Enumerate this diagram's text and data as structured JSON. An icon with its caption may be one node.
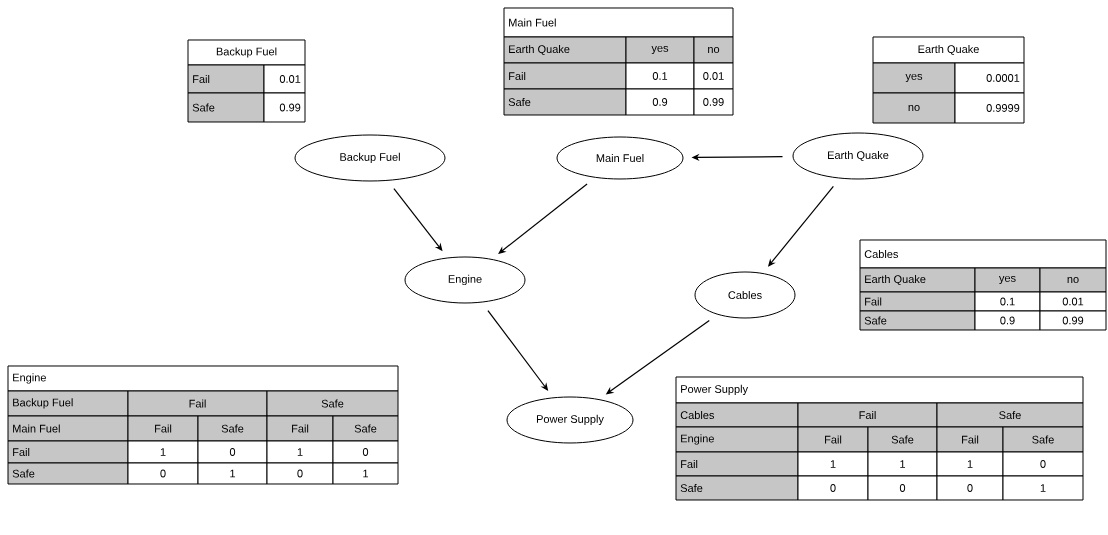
{
  "diagram": {
    "nodes": [
      {
        "text": [
          "Backup Fuel"
        ]
      },
      {
        "text": [
          "Main Fuel"
        ]
      },
      {
        "text": [
          "Earth Quake"
        ]
      },
      {
        "text": [
          "Engine"
        ]
      },
      {
        "text": [
          "Cables"
        ]
      },
      {
        "text": [
          "Power Supply"
        ]
      }
    ],
    "edges": [
      {
        "from": 0,
        "to": 3,
        "arrow": "to"
      },
      {
        "from": 1,
        "to": 3,
        "arrow": "to"
      },
      {
        "from": 2,
        "to": 1,
        "arrow": "to"
      },
      {
        "from": 2,
        "to": 4,
        "arrow": "to"
      },
      {
        "from": 3,
        "to": 5,
        "arrow": "to"
      },
      {
        "from": 4,
        "to": 5,
        "arrow": "to"
      }
    ],
    "labels": [
      "Backup Fuel",
      "Fail",
      "0.01",
      "Safe",
      "0.99",
      "Main Fuel",
      "Earth Quake",
      "yes",
      "no",
      "Fail",
      "0.1",
      "0.01",
      "Safe",
      "0.9",
      "0.99",
      "Earth Quake",
      "yes",
      "0.0001",
      "no",
      "0.9999",
      "Cables",
      "Earth Quake",
      "yes",
      "no",
      "Fail",
      "0.1",
      "0.01",
      "Safe",
      "0.9",
      "0.99",
      "Engine",
      "Backup Fuel",
      "Fail",
      "Safe",
      "Main Fuel",
      "Fail",
      "Safe",
      "Fail",
      "Safe",
      "Fail",
      "1",
      "0",
      "1",
      "0",
      "Safe",
      "0",
      "1",
      "0",
      "1",
      "Power Supply",
      "Cables",
      "Fail",
      "Safe",
      "Engine",
      "Fail",
      "Safe",
      "Fail",
      "Safe",
      "Fail",
      "1",
      "1",
      "1",
      "0",
      "Safe",
      "0",
      "0",
      "0",
      "1"
    ]
  }
}
